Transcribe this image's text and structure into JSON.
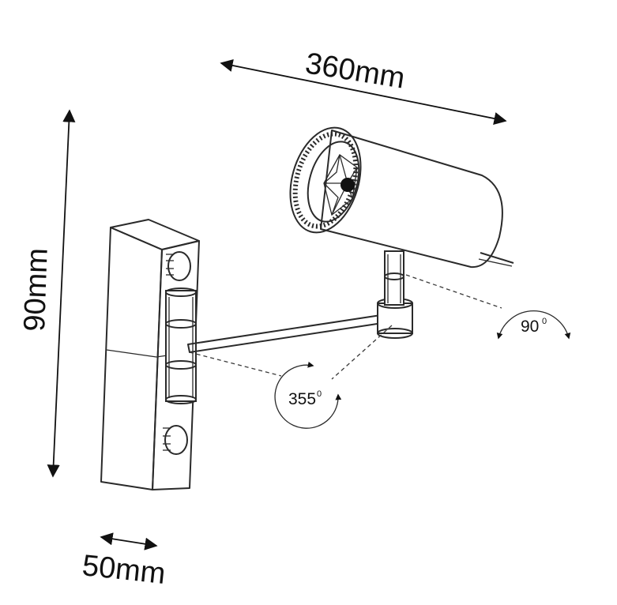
{
  "dimensions": {
    "width_label": "360mm",
    "height_label": "90mm",
    "depth_label": "50mm"
  },
  "rotations": {
    "arm_label": "355",
    "head_label": "90",
    "degree_mark": "0"
  },
  "colors": {
    "line": "#2a2a2a",
    "text": "#111111",
    "background": "#ffffff"
  }
}
